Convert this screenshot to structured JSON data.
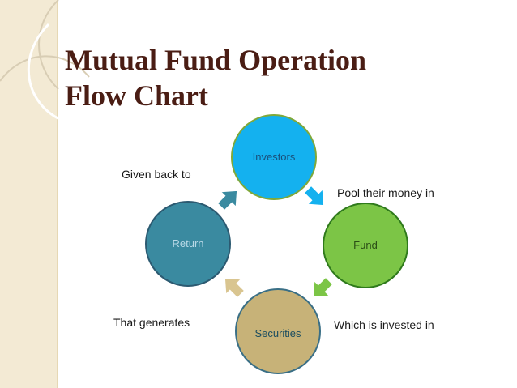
{
  "slide": {
    "title_line1": "Mutual Fund Operation",
    "title_line2": "Flow Chart"
  },
  "nodes": [
    {
      "id": "investors",
      "label": "Investors",
      "fill": "#14b1ef",
      "stroke": "#7fa83a",
      "text_color": "#1a4f7a"
    },
    {
      "id": "fund",
      "label": "Fund",
      "fill": "#7cc546",
      "stroke": "#2f7a1c",
      "text_color": "#2b4d16"
    },
    {
      "id": "securities",
      "label": "Securities",
      "fill": "#c7b278",
      "stroke": "#3a6f86",
      "text_color": "#1c4d5f"
    },
    {
      "id": "return",
      "label": "Return",
      "fill": "#3a8aa0",
      "stroke": "#2c5a71",
      "text_color": "#b8d8e6"
    }
  ],
  "edges": [
    {
      "from": "investors",
      "to": "fund",
      "label": "Pool their money in",
      "color": "#14b1ef"
    },
    {
      "from": "fund",
      "to": "securities",
      "label": "Which is invested in",
      "color": "#7cc546"
    },
    {
      "from": "securities",
      "to": "return",
      "label": "That generates",
      "color": "#d9c590"
    },
    {
      "from": "return",
      "to": "investors",
      "label": "Given back to",
      "color": "#3a8aa0"
    }
  ],
  "colors": {
    "title": "#4a1d14",
    "decoration": "#f3ead4"
  }
}
